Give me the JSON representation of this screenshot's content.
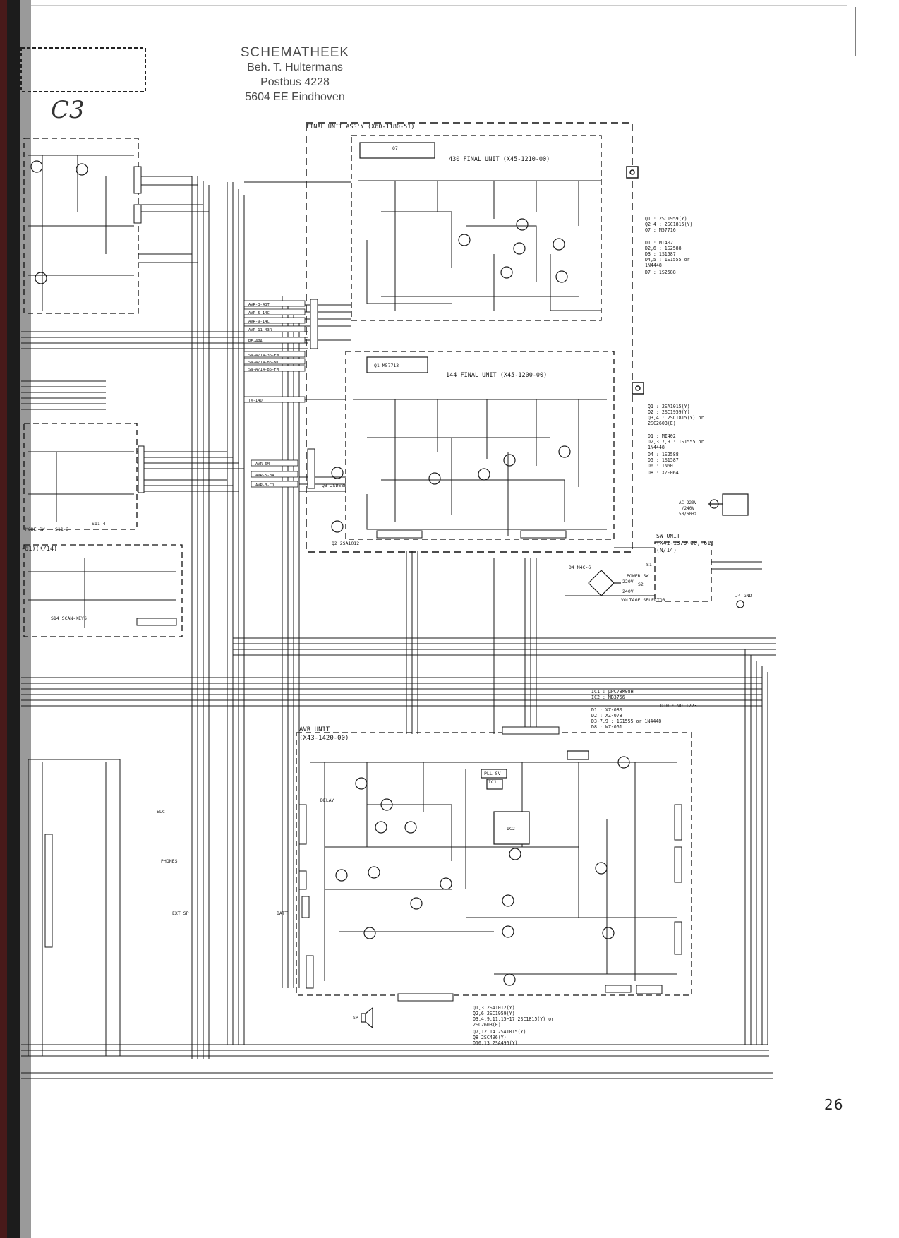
{
  "stamp": {
    "line1": "SCHEMATHEEK",
    "line2": "Beh. T. Hultermans",
    "line3": "Postbus 4228",
    "line4": "5604 EE  Eindhoven"
  },
  "handwritten_note": "C3",
  "page_number": "26",
  "units": {
    "final_assy": "FINAL UNIT ASS'Y (X60-1180-51)",
    "final_430": "430 FINAL UNIT (X45-1210-00)",
    "final_144": "144 FINAL UNIT (X45-1200-00)",
    "sw_unit": [
      "SW UNIT",
      "(X41-1370-00,-61)",
      "(N/14)"
    ],
    "avr_unit": [
      "AVR UNIT",
      "(X43-1420-00)"
    ],
    "left_fragment": "-61)(K/14)"
  },
  "parts_430": [
    "Q1    : 2SC1959(Y)",
    "Q2~4  : 2SC1815(Y)",
    "Q7    : M57716",
    "D1    : MI402",
    "D2,6  : 1S2588",
    "D3    : 1S1587",
    "D4,5  : 1S1555 or",
    "        1N4448",
    "D7    : 1S2588"
  ],
  "parts_144": [
    "Q1    : 2SA1015(Y)",
    "Q2    : 2SC1959(Y)",
    "Q3,4  : 2SC1815(Y) or",
    "        2SC2603(E)",
    "D1    : MI402",
    "D2,3,7,9 : 1S1555 or",
    "        1N4448",
    "D4    : 1S2588",
    "D5    : 1S1587",
    "D6    : 1N60",
    "D8    : XZ-064"
  ],
  "parts_avr_ic": [
    "IC1   : μPC78M08H",
    "IC2   : MB3756",
    "D1    : XZ-080",
    "D2    : XZ-078",
    "D3~7,9 : 1S1555 or 1N4448",
    "D8    : WZ-061"
  ],
  "parts_avr_d10": "D10 : VD-1223",
  "parts_avr_q": [
    "Q1,3        2SA1012(Y)",
    "Q2,6        2SC1959(Y)",
    "Q3,4,9,11,15~17  2SC1815(Y) or",
    "            2SC2603(E)",
    "Q7,12,14    2SA1015(Y)",
    "Q8          2SC496(Y)",
    "Q10,13      2SA496(Y)"
  ],
  "ac_label": [
    "AC 220V",
    "/240V",
    "50/60Hz"
  ],
  "misc_labels": {
    "q7": "Q7",
    "q1_m57713": "Q1  M57713",
    "d4_m4c": "D4  M4C-6",
    "power_sw": "POWER SW",
    "voltage_selector": "VOLTAGE SELECTOR",
    "s1": "S1",
    "s2": "S2",
    "v220": "220V",
    "v240": "240V",
    "j4_gnd": "J4  GND",
    "q3_2sd588": "Q3  2SD588",
    "q2_2sa1012": "Q2  2SA1012",
    "ic1": "IC1",
    "ic2": "IC2",
    "pll_8v": "PLL 8V",
    "delay": "DELAY",
    "phones": "PHONES",
    "ext_sp": "EXT SP",
    "batt": "BATT",
    "elc": "ELC",
    "mode_sw": "MODE SW",
    "s11_3": "S11-3",
    "s11_4": "S11-4",
    "s14": "S14  SCAN-KEYS",
    "sp": "SP"
  },
  "connector_tags_430": [
    "AVR-3-43T",
    "AVR-5-14C",
    "AVR-9-14C",
    "AVR-11-43R",
    "RF-4RA"
  ],
  "connector_tags_144": [
    "SW-A/14-35-FM",
    "SW-A/14-85-NI",
    "SW-A/14-85-FM",
    "TX-14D"
  ],
  "connector_tags_avr": [
    "AVR-6M",
    "AVR-5-8A",
    "AVR-3-CD"
  ]
}
